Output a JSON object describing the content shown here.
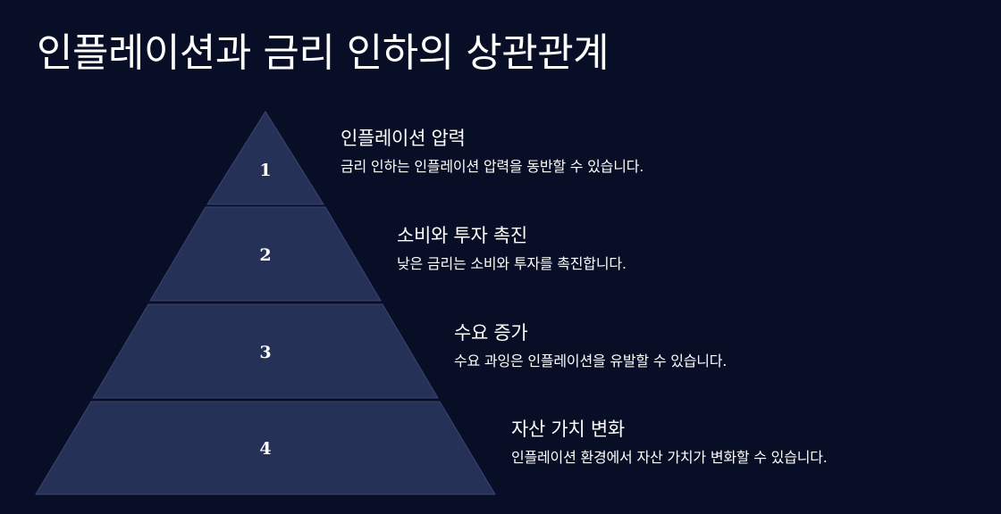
{
  "title": "인플레이션과 금리 인하의 상관관계",
  "colors": {
    "background": "#080e26",
    "tier_fill": "#263158",
    "tier_stroke": "#3a4470",
    "text": "#ffffff"
  },
  "levels": [
    {
      "number": "1",
      "heading": "인플레이션 압력",
      "description": "금리 인하는 인플레이션 압력을 동반할 수 있습니다."
    },
    {
      "number": "2",
      "heading": "소비와 투자 촉진",
      "description": "낮은 금리는 소비와 투자를 촉진합니다."
    },
    {
      "number": "3",
      "heading": "수요 증가",
      "description": "수요 과잉은 인플레이션을 유발할 수 있습니다."
    },
    {
      "number": "4",
      "heading": "자산 가치 변화",
      "description": "인플레이션 환경에서 자산 가치가 변화할 수 있습니다."
    }
  ]
}
